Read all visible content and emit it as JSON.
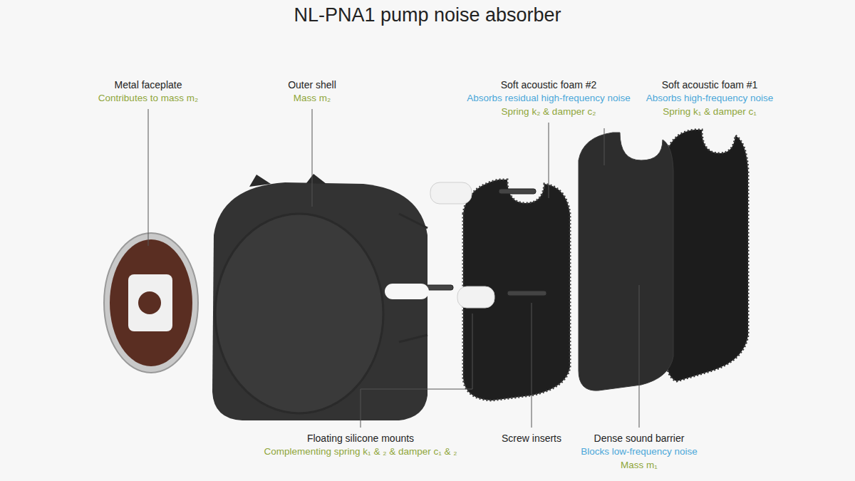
{
  "diagram": {
    "title": "NL-PNA1 pump noise absorber",
    "labels": [
      "Metal faceplate",
      "Contributes to mass m₂",
      "Outer shell",
      "Mass m₂",
      "Soft acoustic foam #2",
      "Absorbs residual high-frequency noise",
      "Spring k₂ & damper c₂",
      "Soft acoustic foam #1",
      "Absorbs high-frequency noise",
      "Spring k₁ & damper c₁",
      "Floating silicone mounts",
      "Complementing spring k₁ & ₂ & damper c₁ & ₂",
      "Screw inserts",
      "Dense sound barrier",
      "Blocks low-frequency noise",
      "Mass m₁"
    ]
  }
}
